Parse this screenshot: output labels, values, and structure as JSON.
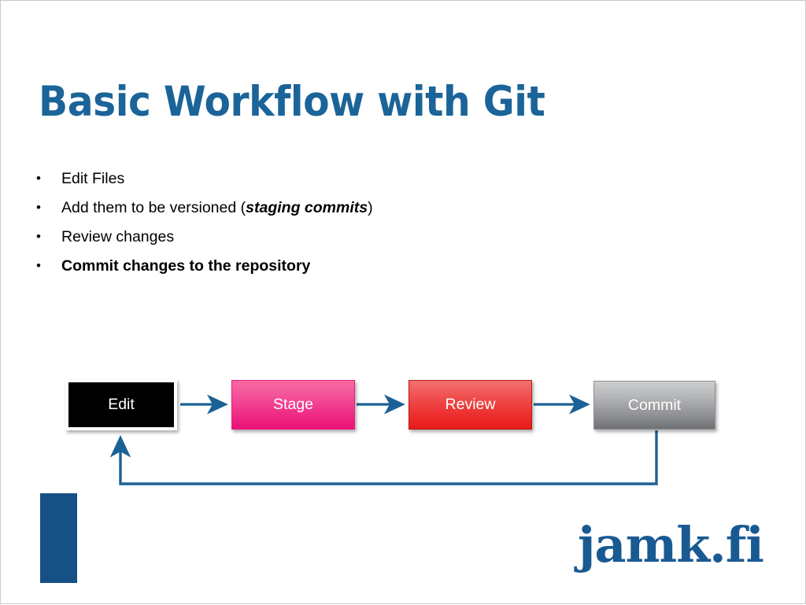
{
  "slide": {
    "title": "Basic Workflow with Git",
    "bullet_marker": "•",
    "bullets": [
      {
        "pre": "Edit Files",
        "emphasis": "",
        "post": "",
        "bold": false
      },
      {
        "pre": "Add them to be versioned (",
        "emphasis": "staging commits",
        "post": ")",
        "bold": false
      },
      {
        "pre": "Review changes",
        "emphasis": "",
        "post": "",
        "bold": false
      },
      {
        "pre": "Commit changes to the repository",
        "emphasis": "",
        "post": "",
        "bold": true
      }
    ]
  },
  "diagram": {
    "type": "flow",
    "nodes": [
      {
        "id": "edit",
        "label": "Edit",
        "fill": "#000000",
        "text_color": "#ffffff"
      },
      {
        "id": "stage",
        "label": "Stage",
        "fill": "#ec1175",
        "text_color": "#ffffff"
      },
      {
        "id": "review",
        "label": "Review",
        "fill": "#ea1b1b",
        "text_color": "#ffffff"
      },
      {
        "id": "commit",
        "label": "Commit",
        "fill": "#6e7073",
        "text_color": "#ffffff"
      }
    ],
    "edges": [
      {
        "from": "edit",
        "to": "stage",
        "kind": "straight"
      },
      {
        "from": "stage",
        "to": "review",
        "kind": "straight"
      },
      {
        "from": "review",
        "to": "commit",
        "kind": "straight"
      },
      {
        "from": "commit",
        "to": "edit",
        "kind": "feedback-loop"
      }
    ],
    "arrow_color": "#1b6195"
  },
  "footer": {
    "logo": "jamk.fi",
    "logo_color": "#1a5a92",
    "block_color": "#165186"
  },
  "theme": {
    "title_color": "#1a6499",
    "background": "#ffffff",
    "border_color": "#c9c9c9"
  }
}
